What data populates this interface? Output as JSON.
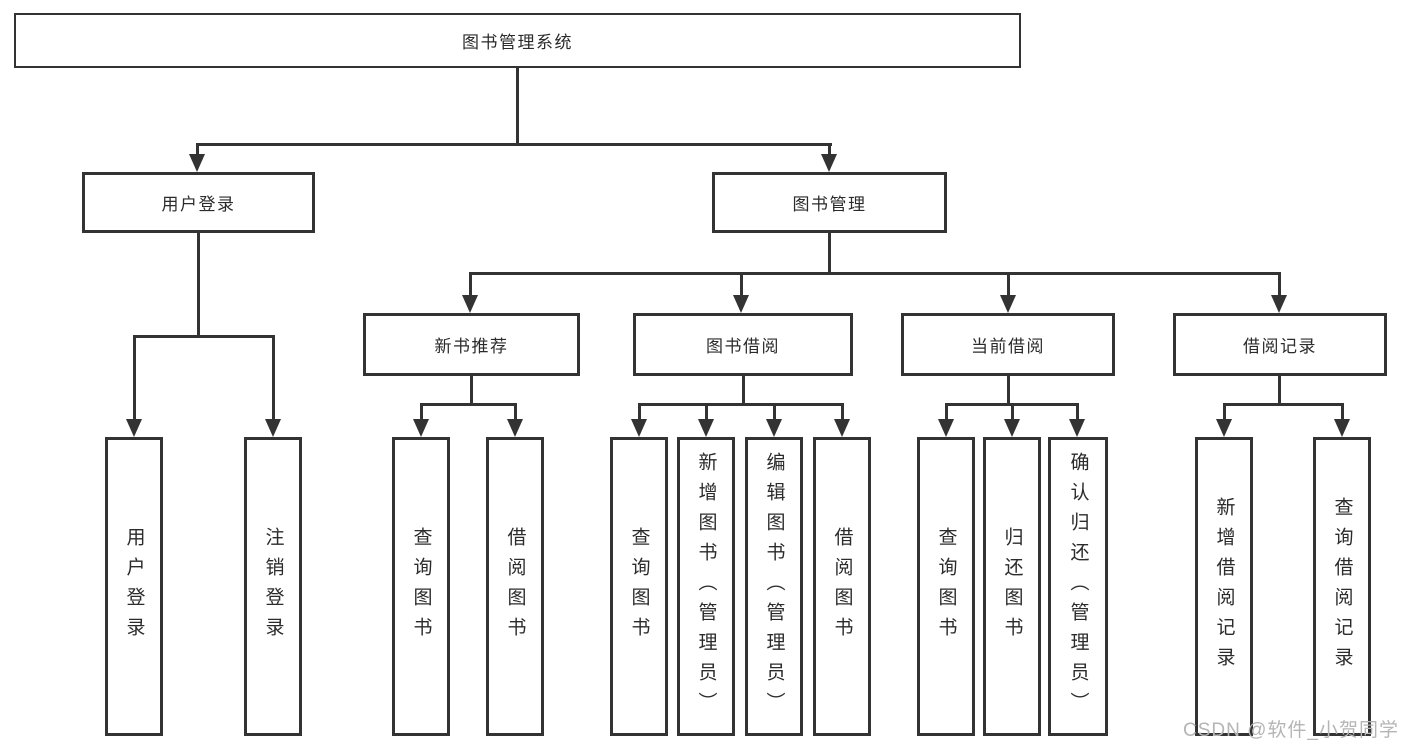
{
  "colors": {
    "line": "#333333",
    "text": "#2b2b2b",
    "watermark": "#b5b5b5"
  },
  "watermark": "CSDN @软件_小贺同学",
  "tree": {
    "root": "图书管理系统",
    "l2": [
      "用户登录",
      "图书管理"
    ],
    "l3": [
      "新书推荐",
      "图书借阅",
      "当前借阅",
      "借阅记录"
    ],
    "leaves": {
      "user": [
        "用户登录",
        "注销登录"
      ],
      "recommend": [
        "查询图书",
        "借阅图书"
      ],
      "borrow": [
        "查询图书",
        "新增图书（管理员）",
        "编辑图书（管理员）",
        "借阅图书"
      ],
      "current": [
        "查询图书",
        "归还图书",
        "确认归还（管理员）"
      ],
      "records": [
        "新增借阅记录",
        "查询借阅记录"
      ]
    }
  }
}
